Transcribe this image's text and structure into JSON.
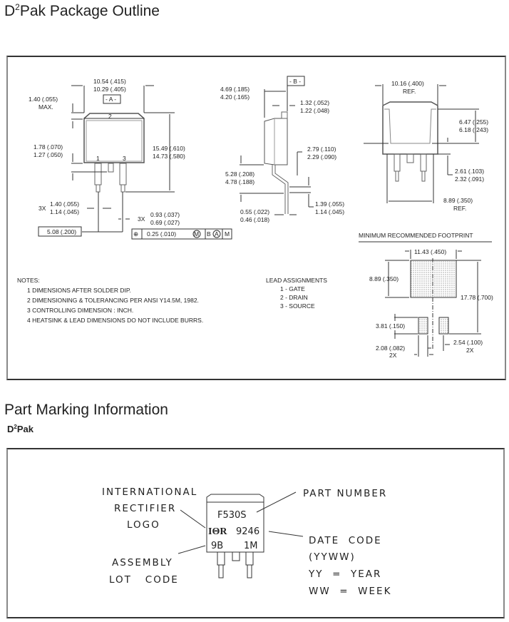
{
  "sections": {
    "outline": {
      "title_prefix": "D",
      "title_sup": "2",
      "title_rest": "Pak Package Outline"
    },
    "marking": {
      "title": "Part Marking Information",
      "sub_prefix": "D",
      "sub_sup": "2",
      "sub_rest": "Pak"
    }
  },
  "front_view": {
    "width_max": "10.54 (.415)",
    "width_min": "10.29 (.405)",
    "datum_a": "- A -",
    "tab_max_line1": "1.40 (.055)",
    "tab_max_line2": "MAX.",
    "lead_pin_top": "1.78 (.070)",
    "lead_pin_bot": "1.27 (.050)",
    "height_max": "15.49 (.610)",
    "height_min": "14.73 (.580)",
    "pin_label_1": "1",
    "pin_label_2": "2",
    "pin_label_3": "3",
    "lead_w_prefix": "3X",
    "lead_w_max": "1.40 (.055)",
    "lead_w_min": "1.14 (.045)",
    "lead_t_prefix": "3X",
    "lead_t_max": "0.93 (.037)",
    "lead_t_min": "0.69 (.027)",
    "pitch": "5.08 (.200)",
    "tolerance": {
      "symbol": "⊕",
      "value": "0.25 (.010)",
      "mod1": "M",
      "datum_b": "B",
      "datum_a": "A",
      "mod2": "M"
    }
  },
  "side_view": {
    "datum_b": "- B -",
    "depth_max": "4.69 (.185)",
    "depth_min": "4.20 (.165)",
    "tab_t_max": "1.32 (.052)",
    "tab_t_min": "1.22 (.048)",
    "lead_off_max": "2.79 (.110)",
    "lead_off_min": "2.29 (.090)",
    "standoff_max": "5.28 (.208)",
    "standoff_min": "4.78 (.188)",
    "foot_max": "1.39 (.055)",
    "foot_min": "1.14 (.045)",
    "lead_th_max": "0.55 (.022)",
    "lead_th_min": "0.46 (.018)"
  },
  "bottom_view": {
    "width": "10.16 (.400)",
    "width_ref": "REF.",
    "pad_h_max": "6.47 (.255)",
    "pad_h_min": "6.18 (.243)",
    "gap_max": "2.61 (.103)",
    "gap_min": "2.32 (.091)",
    "pad_w": "8.89 (.350)",
    "pad_w_ref": "REF."
  },
  "footprint": {
    "title": "MINIMUM RECOMMENDED FOOTPRINT",
    "width": "11.43 (.450)",
    "pad_h": "8.89 (.350)",
    "total_h": "17.78 (.700)",
    "lead_pad_h": "3.81 (.150)",
    "lead_pad_w": "2.08 (.082)",
    "lead_pad_w_mult": "2X",
    "pitch": "2.54 (.100)",
    "pitch_mult": "2X"
  },
  "notes": {
    "title": "NOTES:",
    "items": [
      "1  DIMENSIONS AFTER SOLDER DIP.",
      "2  DIMENSIONING & TOLERANCING PER ANSI Y14.5M, 1982.",
      "3  CONTROLLING DIMENSION : INCH.",
      "4  HEATSINK & LEAD DIMENSIONS DO NOT INCLUDE BURRS."
    ]
  },
  "lead_assignments": {
    "title": "LEAD ASSIGNMENTS",
    "items": [
      "1 - GATE",
      "2 - DRAIN",
      "3 - SOURCE"
    ]
  },
  "marking": {
    "logo_label": [
      "INTERNATIONAL",
      "RECTIFIER",
      "LOGO"
    ],
    "assembly_label": [
      "ASSEMBLY",
      "LOT   CODE"
    ],
    "part_number_label": "PART NUMBER",
    "date_code_label": [
      "DATE  CODE",
      "(YYWW)",
      "YY  =  YEAR",
      "WW  =  WEEK"
    ],
    "chip_part": "F530S",
    "chip_logo": "IΘR",
    "chip_date": "9246",
    "chip_lot": "9B",
    "chip_lot2": "1M"
  }
}
